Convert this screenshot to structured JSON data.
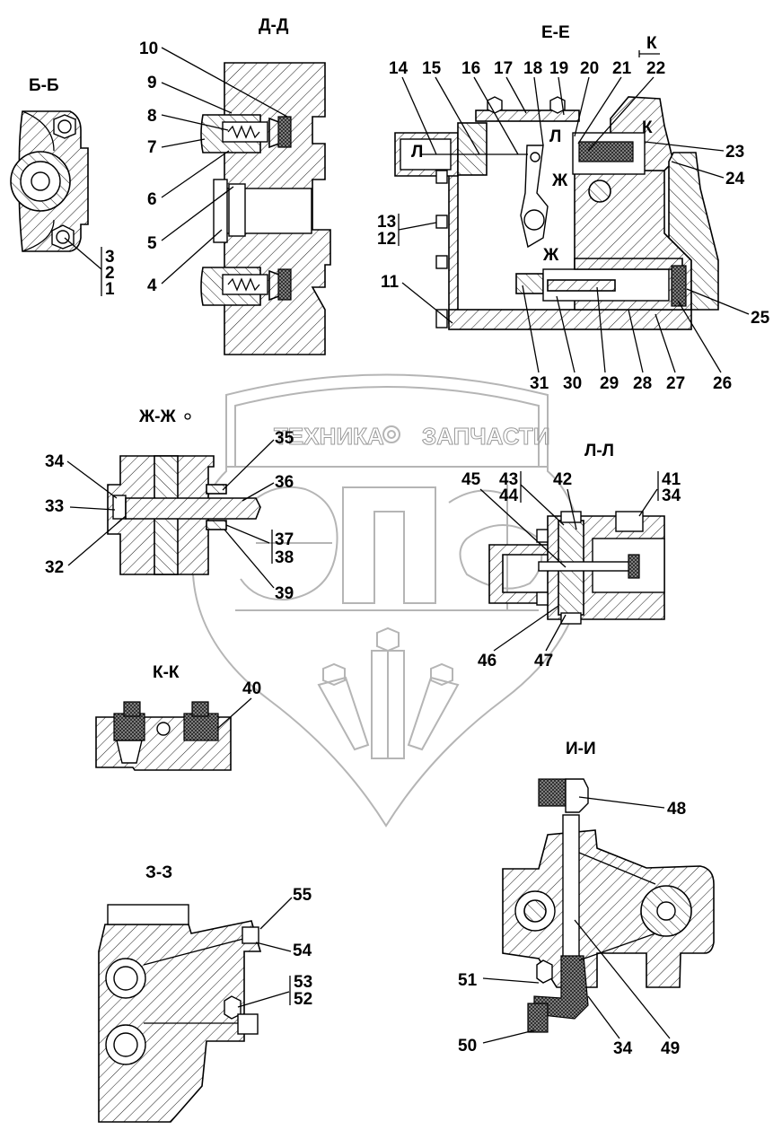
{
  "title": "Hydraulic distributor assembly — sectional views",
  "watermark": {
    "left_text": "ТЕХНИКА",
    "right_text": "ЗАПЧАСТИ",
    "logo_text": "ЭПФ",
    "icon": "gear-icon"
  },
  "sections": [
    {
      "id": "bb",
      "label": "Б-Б",
      "callouts": [
        "3",
        "2",
        "1"
      ]
    },
    {
      "id": "dd",
      "label": "Д-Д",
      "callouts": [
        "10",
        "9",
        "8",
        "7",
        "6",
        "5",
        "4"
      ]
    },
    {
      "id": "ee",
      "label": "Е-Е",
      "callouts": [
        "14",
        "15",
        "16",
        "17",
        "18",
        "19",
        "20",
        "21",
        "22",
        "23",
        "24",
        "13",
        "12",
        "11",
        "25",
        "26",
        "27",
        "28",
        "29",
        "30",
        "31"
      ]
    },
    {
      "id": "zhzh",
      "label": "Ж-Ж",
      "callouts": [
        "34",
        "33",
        "32",
        "35",
        "36",
        "37",
        "38",
        "39"
      ]
    },
    {
      "id": "ll",
      "label": "Л-Л",
      "callouts": [
        "45",
        "43",
        "44",
        "42",
        "41",
        "34",
        "46",
        "47"
      ]
    },
    {
      "id": "kk",
      "label": "К-К",
      "callouts": [
        "40"
      ]
    },
    {
      "id": "zz",
      "label": "З-З",
      "callouts": [
        "55",
        "54",
        "53",
        "52"
      ]
    },
    {
      "id": "ii",
      "label": "И-И",
      "callouts": [
        "48",
        "51",
        "50",
        "34",
        "49"
      ]
    }
  ],
  "section_marks": {
    "k_top": "К",
    "k_side": "К",
    "l_left": "Л",
    "l_right": "Л",
    "zh_top": "Ж",
    "zh_bottom": "Ж"
  },
  "labels": {
    "bb_3": "3",
    "bb_2": "2",
    "bb_1": "1",
    "dd_10": "10",
    "dd_9": "9",
    "dd_8": "8",
    "dd_7": "7",
    "dd_6": "6",
    "dd_5": "5",
    "dd_4": "4",
    "ee_14": "14",
    "ee_15": "15",
    "ee_16": "16",
    "ee_17": "17",
    "ee_18": "18",
    "ee_19": "19",
    "ee_20": "20",
    "ee_21": "21",
    "ee_22": "22",
    "ee_23": "23",
    "ee_24": "24",
    "ee_13": "13",
    "ee_12": "12",
    "ee_11": "11",
    "ee_25": "25",
    "ee_26": "26",
    "ee_27": "27",
    "ee_28": "28",
    "ee_29": "29",
    "ee_30": "30",
    "ee_31": "31",
    "zh_34": "34",
    "zh_33": "33",
    "zh_32": "32",
    "zh_35": "35",
    "zh_36": "36",
    "zh_37": "37",
    "zh_38": "38",
    "zh_39": "39",
    "ll_45": "45",
    "ll_43": "43",
    "ll_44": "44",
    "ll_42": "42",
    "ll_41": "41",
    "ll_34": "34",
    "ll_46": "46",
    "ll_47": "47",
    "kk_40": "40",
    "zz_55": "55",
    "zz_54": "54",
    "zz_53": "53",
    "zz_52": "52",
    "ii_48": "48",
    "ii_51": "51",
    "ii_50": "50",
    "ii_34": "34",
    "ii_49": "49"
  }
}
